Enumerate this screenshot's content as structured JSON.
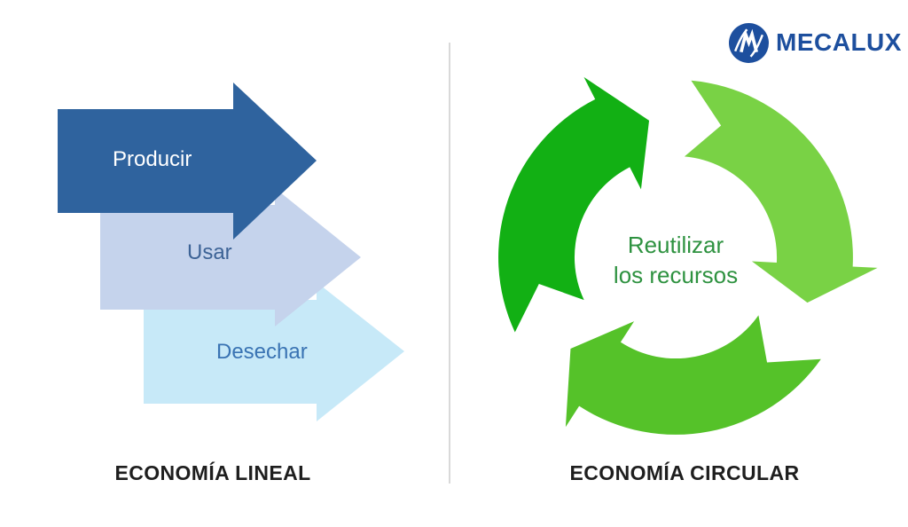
{
  "logo": {
    "brand": "MECALUX",
    "color": "#1d4f9e"
  },
  "divider_color": "#d9d9d9",
  "linear": {
    "caption": "ECONOMÍA LINEAL",
    "steps": [
      {
        "label": "Producir",
        "fill": "#2f639e",
        "text_color": "#ffffff"
      },
      {
        "label": "Usar",
        "fill": "#c5d3ec",
        "text_color": "#3d6396"
      },
      {
        "label": "Desechar",
        "fill": "#c7e9f8",
        "text_color": "#3973b3"
      }
    ]
  },
  "circular": {
    "caption": "ECONOMÍA CIRCULAR",
    "center_line1": "Reutilizar",
    "center_line2": "los recursos",
    "center_text_color": "#2e9240",
    "segments": [
      {
        "name": "top-right-arrow",
        "fill": "#79d245"
      },
      {
        "name": "bottom-arrow",
        "fill": "#55c229"
      },
      {
        "name": "left-arrow",
        "fill": "#12b014"
      }
    ]
  }
}
